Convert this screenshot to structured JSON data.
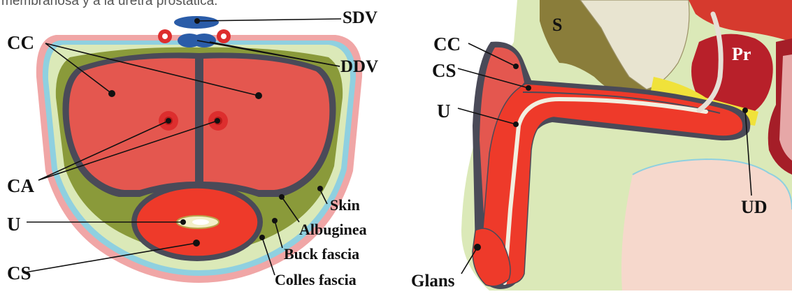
{
  "caption": "membranosa y a la uretra prostática.",
  "colors": {
    "erectile": "#e4574f",
    "urethra_tissue": "#ee3a2a",
    "tunica": "#4a4a58",
    "buck_fascia": "#8a9a3a",
    "colles_fascia": "#8fd0e0",
    "skin": "#f0a6a6",
    "connective": "#dbe9b8",
    "vein": "#2a5ca8",
    "artery": "#dd2e2e",
    "prostate": "#b8202a",
    "bone_pink": "#f6d8cc"
  },
  "cross_section": {
    "labels": {
      "sdv": "SDV",
      "cc": "CC",
      "ddv": "DDV",
      "ca": "CA",
      "u": "U",
      "cs": "CS",
      "skin": "Skin",
      "albuginea": "Albuginea",
      "buck": "Buck fascia",
      "colles": "Colles fascia"
    }
  },
  "sagittal": {
    "labels": {
      "s": "S",
      "pr": "Pr",
      "cc": "CC",
      "cs": "CS",
      "u": "U",
      "ud": "UD",
      "glans": "Glans"
    }
  }
}
